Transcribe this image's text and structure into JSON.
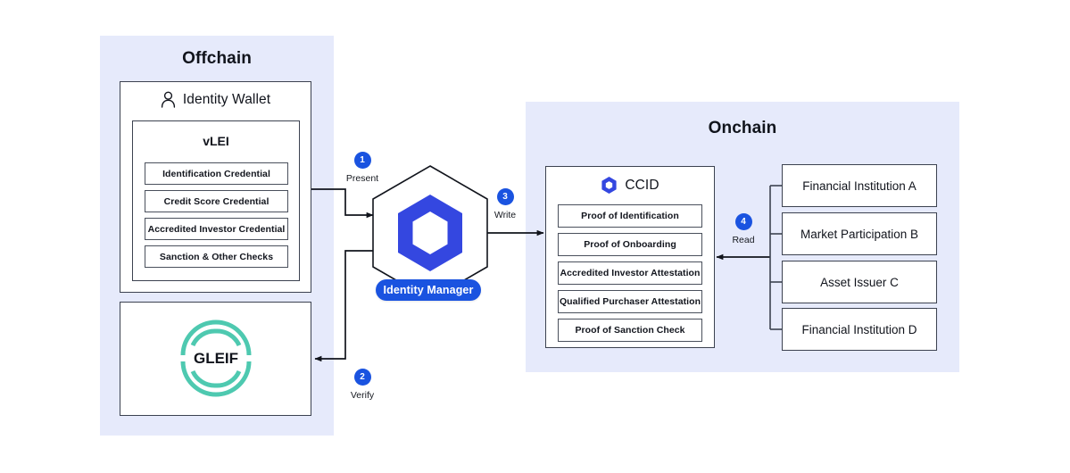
{
  "zones": {
    "offchain": {
      "title": "Offchain"
    },
    "onchain": {
      "title": "Onchain"
    }
  },
  "identity_wallet": {
    "title": "Identity Wallet",
    "icon": "person-icon",
    "vlei": {
      "title": "vLEI",
      "credentials": [
        "Identification Credential",
        "Credit Score Credential",
        "Accredited Investor Credential",
        "Sanction & Other Checks"
      ]
    }
  },
  "gleif": {
    "label": "GLEIF",
    "icon": "gleif-logo-icon",
    "color": "#4ec9b0"
  },
  "identity_manager": {
    "label": "Identity Manager",
    "icon": "hexagon-icon",
    "color": "#3447e0"
  },
  "ccid": {
    "title": "CCID",
    "icon": "ccid-hexagon-icon",
    "proofs": [
      "Proof of Identification",
      "Proof of Onboarding",
      "Accredited Investor Attestation",
      "Qualified Purchaser Attestation",
      "Proof of Sanction Check"
    ]
  },
  "institutions": [
    "Financial Institution A",
    "Market Participation B",
    "Asset Issuer C",
    "Financial Institution D"
  ],
  "steps": [
    {
      "number": "1",
      "caption": "Present"
    },
    {
      "number": "2",
      "caption": "Verify"
    },
    {
      "number": "3",
      "caption": "Write"
    },
    {
      "number": "4",
      "caption": "Read"
    }
  ],
  "colors": {
    "zone_background": "#e6eafb",
    "accent_blue": "#1a53e0",
    "logo_blue": "#3447e0",
    "gleif_teal": "#4ec9b0",
    "stroke": "#3c4250"
  }
}
